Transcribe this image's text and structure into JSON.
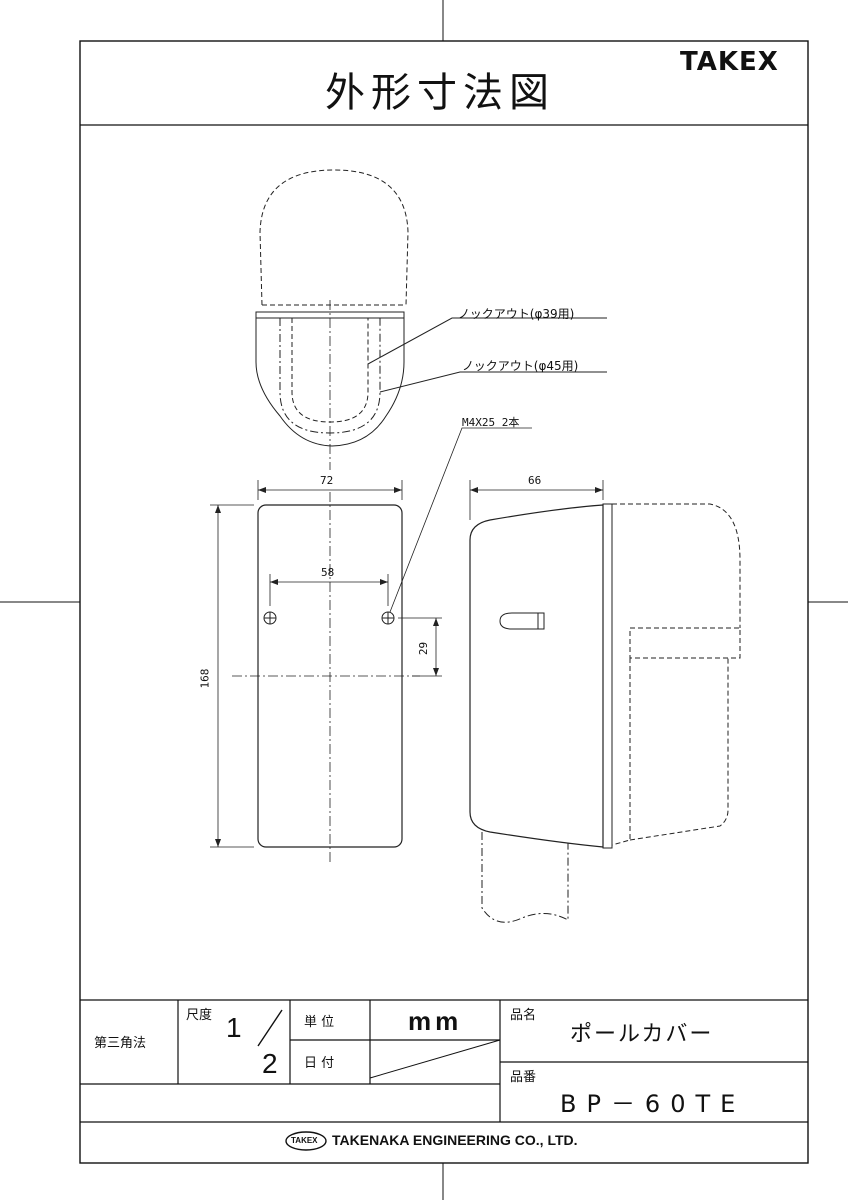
{
  "header": {
    "title": "外形寸法図",
    "brand": "TAKEX"
  },
  "annotations": {
    "knockout_39": "ノックアウト(φ39用)",
    "knockout_45": "ノックアウト(φ45用)",
    "screw": "M4X25 2本"
  },
  "dimensions": {
    "width_72": "72",
    "width_58": "58",
    "depth_66": "66",
    "height_168": "168",
    "offset_29": "29"
  },
  "title_block": {
    "projection": "第三角法",
    "scale_label": "尺度",
    "scale_numerator": "1",
    "scale_denominator": "2",
    "unit_label": "単 位",
    "unit_value": "mm",
    "date_label": "日 付",
    "product_name_label": "品名",
    "product_name": "ポールカバー",
    "product_number_label": "品番",
    "product_number": "BP－60TE"
  },
  "footer": {
    "logo_text": "TAKEX",
    "company": "TAKENAKA ENGINEERING CO., LTD."
  }
}
